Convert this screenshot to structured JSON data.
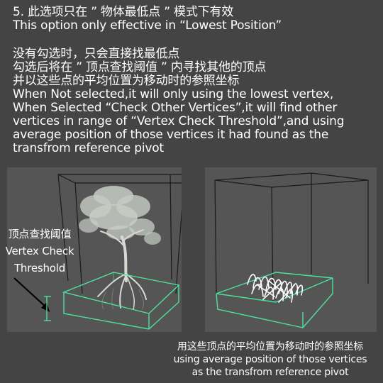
{
  "header": {
    "step_cn": "5. 此选项只在 ” 物体最低点 ” 模式下有效",
    "step_en": "This option only effective in “Lowest Position”"
  },
  "description": {
    "lines": [
      "没有勾选时，只会直接找最低点",
      "勾选后将在 ” 顶点查找阈值 ” 内寻找其他的顶点",
      "并以这些点的平均位置为移动时的参照坐标",
      "When Not selected,it will only using the lowest vertex,",
      "When Selected “Check Other Vertices”,it will find other",
      "vertices in range of “Vertex Check Threshold”,and using",
      "average position of those vertices it had found as the",
      "transfrom reference pivot"
    ]
  },
  "side_label": {
    "cn": "顶点查找阈值",
    "en_line1": "Vertex Check",
    "en_line2": "Threshold"
  },
  "caption": {
    "cn": "用这些顶点的平均位置为移动时的参照坐标",
    "en_line1": "using average position of those vertices",
    "en_line2": "as the transfrom reference pivot"
  },
  "colors": {
    "background": "#444444",
    "viewport": "#555555",
    "bbox_outline": "#1a1a1a",
    "ground_box": "#4ee0a0",
    "text": "#ffffff"
  }
}
